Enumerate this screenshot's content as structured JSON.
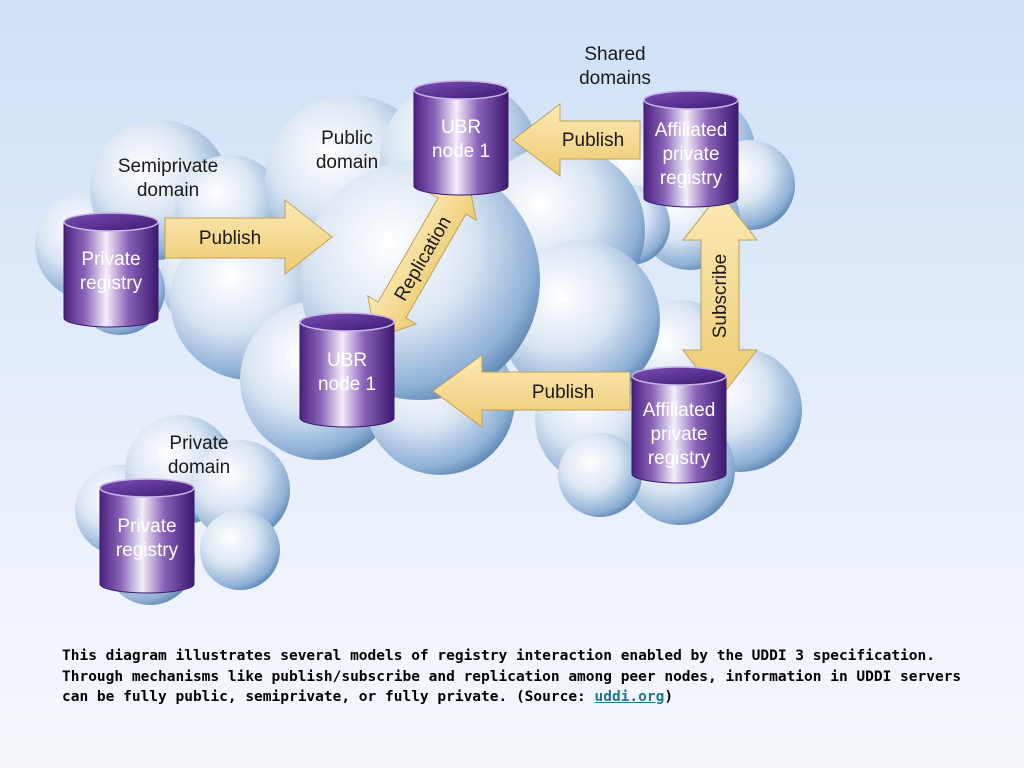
{
  "diagram": {
    "domains": {
      "shared": "Shared\ndomains",
      "public": "Public\ndomain",
      "semiprivate": "Semiprivate\ndomain",
      "private": "Private\ndomain"
    },
    "registries": {
      "ubr_top": "UBR\nnode 1",
      "ubr_bottom": "UBR\nnode 1",
      "private_semi": "Private\nregistry",
      "private_priv": "Private\nregistry",
      "affiliated_top": "Affiliated\nprivate\nregistry",
      "affiliated_bottom": "Affiliated\nprivate\nregistry"
    },
    "arrows": {
      "publish_semi": "Publish",
      "publish_top": "Publish",
      "publish_bottom": "Publish",
      "replication": "Replication",
      "subscribe": "Subscribe"
    },
    "colors": {
      "cylinder": "#5a2d91",
      "arrow_fill": "#f6d88a",
      "cloud": "#9fbde0"
    }
  },
  "caption": {
    "text": "This diagram illustrates several models of registry interaction enabled by the UDDI 3 specification. Through mechanisms like publish/subscribe and replication among peer nodes, information in UDDI servers can be fully public, semiprivate, or fully private. (Source: ",
    "link": "uddi.org",
    "close": ")"
  }
}
